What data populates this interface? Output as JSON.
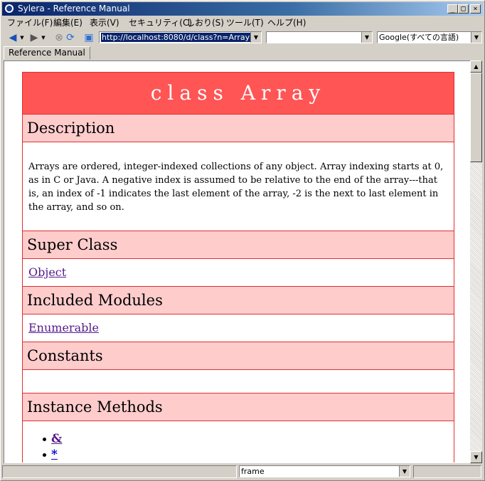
{
  "window": {
    "title": "Sylera - Reference Manual"
  },
  "menu": {
    "items": [
      "ファイル(F)",
      "編集(E)",
      "表示(V)",
      "セキュリティ(C)",
      "しおり(S)",
      "ツール(T)",
      "ヘルプ(H)"
    ]
  },
  "toolbar": {
    "address": "http://localhost:8080/d/class?n=Array",
    "search_engine": "Google(すべての言語)"
  },
  "tabs": [
    {
      "label": "Reference Manual"
    }
  ],
  "page": {
    "title": "class Array",
    "description_heading": "Description",
    "description": "Arrays are ordered, integer-indexed collections of any object. Array indexing starts at 0, as in C or Java. A negative index is assumed to be relative to the end of the array---that is, an index of -1 indicates the last element of the array, -2 is the next to last element in the array, and so on.",
    "superclass_heading": "Super Class",
    "superclass": "Object",
    "modules_heading": "Included Modules",
    "module": "Enumerable",
    "constants_heading": "Constants",
    "methods_heading": "Instance Methods",
    "methods": [
      "&",
      "*"
    ]
  },
  "status": {
    "frame": "frame"
  }
}
